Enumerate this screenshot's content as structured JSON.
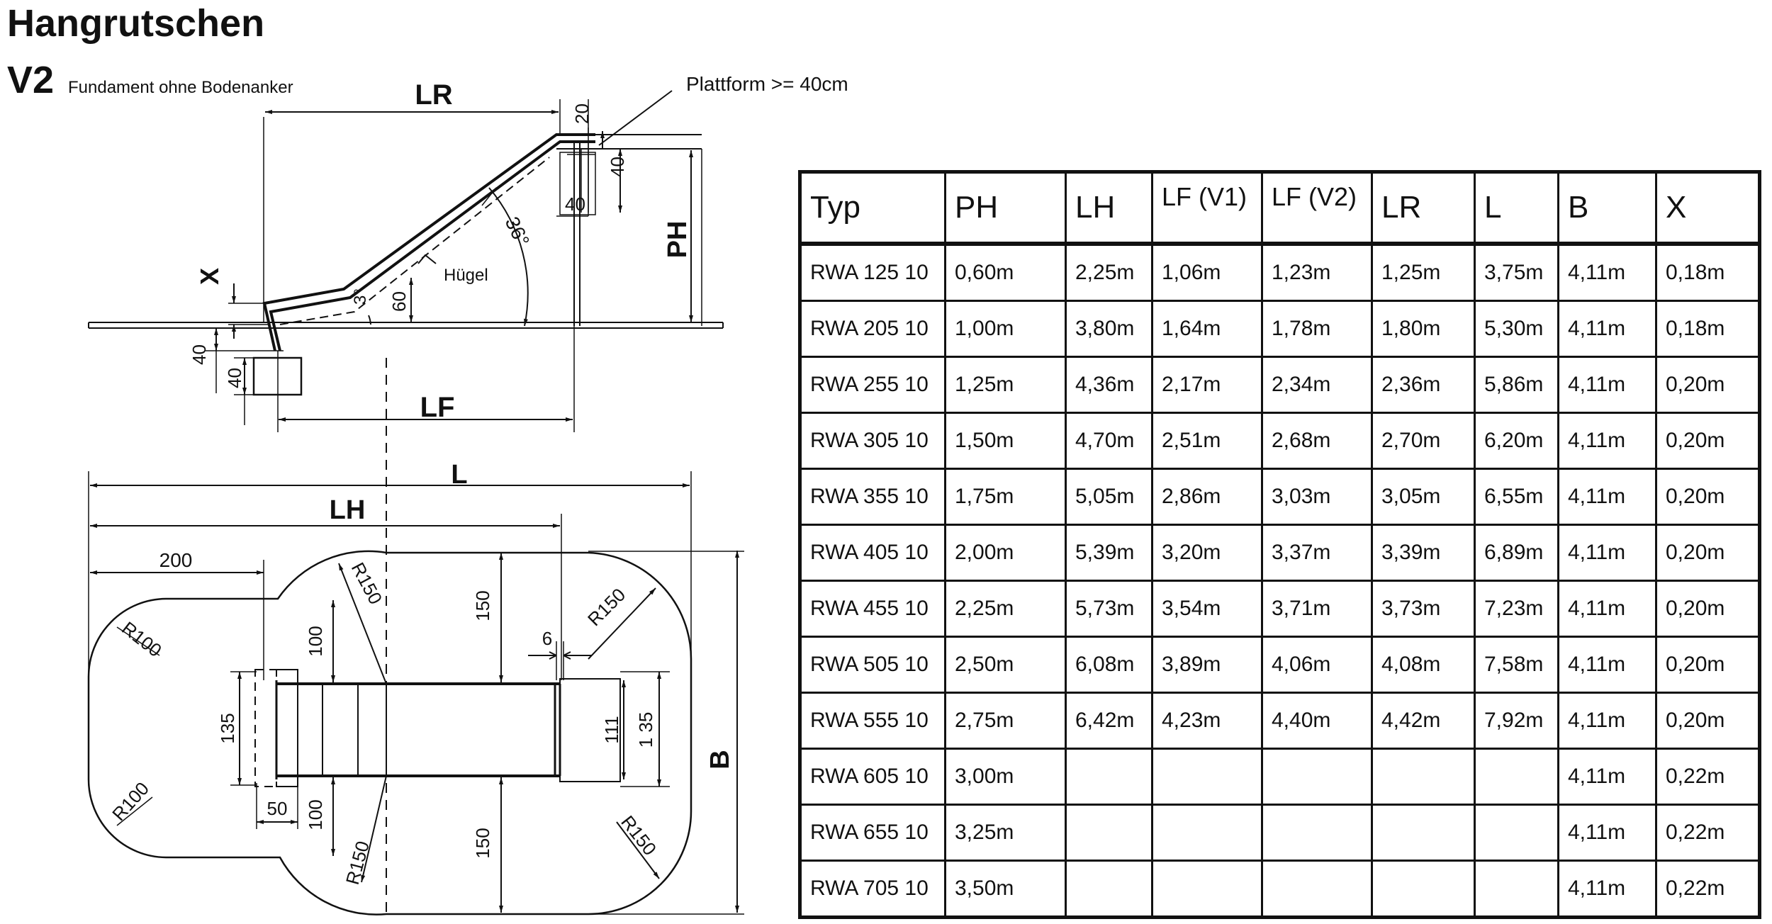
{
  "title": "Hangrutschen",
  "variant": {
    "code": "V2",
    "description": "Fundament ohne Bodenanker"
  },
  "side_view": {
    "labels": {
      "lr": "LR",
      "lf": "LF",
      "ph": "PH",
      "x": "X",
      "platform_note": "Plattform >= 40cm",
      "hill": "Hügel",
      "angle_main": "36°",
      "angle_small": "3°",
      "dim_20": "20",
      "dim_40_top": "40",
      "dim_40_platform": "40",
      "dim_60": "60",
      "dim_40_left_a": "40",
      "dim_40_left_b": "40"
    }
  },
  "top_view": {
    "labels": {
      "l": "L",
      "lh": "LH",
      "b": "B",
      "dim_200": "200",
      "r100_top": "R100",
      "r100_bottom": "R100",
      "r150_top_left": "R150",
      "r150_top_right": "R150",
      "r150_bottom_left": "R150",
      "r150_bottom_right": "R150",
      "dim_100_top": "100",
      "dim_100_bottom": "100",
      "dim_150_top": "150",
      "dim_150_bottom": "150",
      "dim_6": "6",
      "dim_135_left": "135",
      "dim_50": "50",
      "dim_111": "111",
      "dim_135_right": "1 35"
    }
  },
  "table": {
    "headers": [
      "Typ",
      "PH",
      "LH",
      "LF (V1)",
      "LF (V2)",
      "LR",
      "L",
      "B",
      "X"
    ],
    "rows": [
      [
        "RWA 125 10",
        "0,60m",
        "2,25m",
        "1,06m",
        "1,23m",
        "1,25m",
        "3,75m",
        "4,11m",
        "0,18m"
      ],
      [
        "RWA 205 10",
        "1,00m",
        "3,80m",
        "1,64m",
        "1,78m",
        "1,80m",
        "5,30m",
        "4,11m",
        "0,18m"
      ],
      [
        "RWA 255 10",
        "1,25m",
        "4,36m",
        "2,17m",
        "2,34m",
        "2,36m",
        "5,86m",
        "4,11m",
        "0,20m"
      ],
      [
        "RWA 305 10",
        "1,50m",
        "4,70m",
        "2,51m",
        "2,68m",
        "2,70m",
        "6,20m",
        "4,11m",
        "0,20m"
      ],
      [
        "RWA 355 10",
        "1,75m",
        "5,05m",
        "2,86m",
        "3,03m",
        "3,05m",
        "6,55m",
        "4,11m",
        "0,20m"
      ],
      [
        "RWA 405 10",
        "2,00m",
        "5,39m",
        "3,20m",
        "3,37m",
        "3,39m",
        "6,89m",
        "4,11m",
        "0,20m"
      ],
      [
        "RWA 455 10",
        "2,25m",
        "5,73m",
        "3,54m",
        "3,71m",
        "3,73m",
        "7,23m",
        "4,11m",
        "0,20m"
      ],
      [
        "RWA 505 10",
        "2,50m",
        "6,08m",
        "3,89m",
        "4,06m",
        "4,08m",
        "7,58m",
        "4,11m",
        "0,20m"
      ],
      [
        "RWA 555 10",
        "2,75m",
        "6,42m",
        "4,23m",
        "4,40m",
        "4,42m",
        "7,92m",
        "4,11m",
        "0,20m"
      ],
      [
        "RWA 605 10",
        "3,00m",
        "",
        "",
        "",
        "",
        "",
        "4,11m",
        "0,22m"
      ],
      [
        "RWA 655 10",
        "3,25m",
        "",
        "",
        "",
        "",
        "",
        "4,11m",
        "0,22m"
      ],
      [
        "RWA 705 10",
        "3,50m",
        "",
        "",
        "",
        "",
        "",
        "4,11m",
        "0,22m"
      ]
    ]
  }
}
